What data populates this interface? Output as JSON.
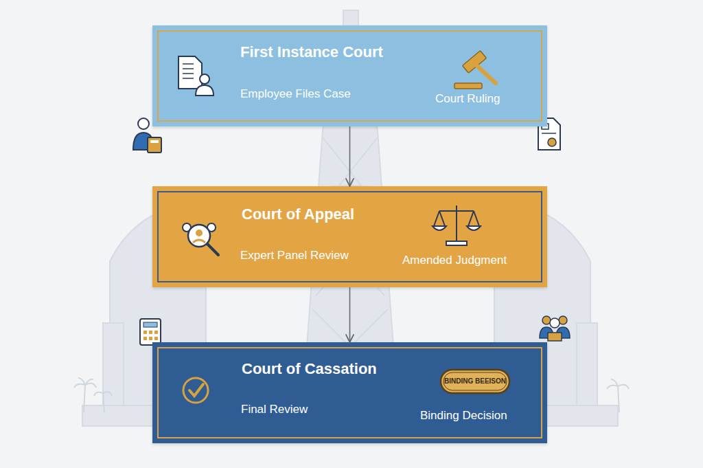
{
  "diagram": {
    "nodes": [
      {
        "text": [
          "First Instance Court",
          "Employee Files Case",
          "Court Ruling"
        ]
      },
      {
        "text": [
          "Court of Appeal",
          "Expert Panel Review",
          "Amended Judgment"
        ]
      },
      {
        "text": [
          "Court of Cassation",
          "Final Review",
          "Binding Decision"
        ]
      },
      {
        "text": [
          "BINDING BEEISON"
        ],
        "in": 2
      }
    ],
    "edges": [
      {
        "from": 0,
        "to": 1,
        "arrow": "to"
      },
      {
        "from": 1,
        "to": 2,
        "arrow": "to"
      }
    ]
  }
}
